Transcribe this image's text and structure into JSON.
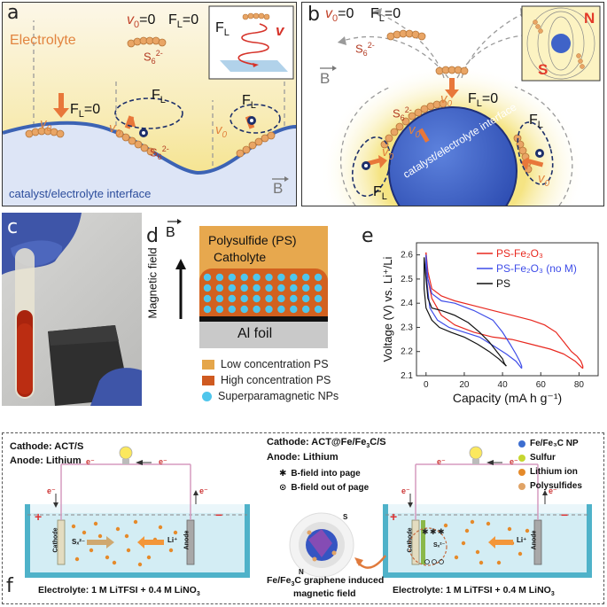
{
  "panel_a": {
    "letter": "a",
    "electrolyte": "Electrolyte",
    "v0": "v",
    "v0_sub": "0",
    "eq_zero": "=0",
    "FL_eq": "F",
    "FL_sub": "L",
    "FL_zero": "=0",
    "species": "S",
    "species_sup": "6",
    "species_charge": "2-",
    "inset_FL": "F",
    "inset_FL_sub": "L",
    "inset_v": "v",
    "interface": "catalyst/electrolyte interface",
    "B": "B",
    "colors": {
      "bg_top": "#fbf6e4",
      "bg_bot": "#f6e27a",
      "interface": "#4e6fb8",
      "arrow": "#e8773a",
      "electrolyte_text": "#e2843f"
    }
  },
  "panel_b": {
    "letter": "b",
    "v0": "v",
    "v0_sub": "0",
    "eq_zero": "=0",
    "FL": "F",
    "FL_sub": "L",
    "species": "S",
    "species_sup": "6",
    "species_charge": "2-",
    "B": "B",
    "interface": "catalyst/electrolyte interface",
    "N": "N",
    "S": "S",
    "colors": {
      "sphere": "#3f63c8",
      "N": "#e43b2a",
      "S": "#e43b2a"
    }
  },
  "panel_c": {
    "letter": "c"
  },
  "panel_d": {
    "letter": "d",
    "B": "B",
    "magnetic_field": "Magnetic field",
    "ps_title": "Polysulfide (PS)",
    "ps_sub": "Catholyte",
    "al_foil": "Al foil",
    "legend": [
      {
        "label": "Low concentration PS",
        "color": "#e5a64a",
        "shape": "square"
      },
      {
        "label": "High concentration PS",
        "color": "#cf5a20",
        "shape": "square"
      },
      {
        "label": "Superparamagnetic NPs",
        "color": "#4fc6ec",
        "shape": "circle"
      }
    ]
  },
  "panel_e": {
    "letter": "e"
  },
  "chart_data": {
    "type": "line",
    "xlabel": "Capacity (mA h g⁻¹)",
    "ylabel": "Voltage (V) vs. Li⁺/Li",
    "xlim": [
      -5,
      90
    ],
    "ylim": [
      2.1,
      2.65
    ],
    "xticks": [
      0,
      20,
      40,
      60,
      80
    ],
    "yticks": [
      2.1,
      2.2,
      2.3,
      2.4,
      2.5,
      2.6
    ],
    "legend_position": "top-right",
    "series": [
      {
        "name": "PS-Fe₂O₃",
        "color": "#e8281f",
        "x": [
          0,
          1,
          3,
          8,
          15,
          25,
          35,
          45,
          55,
          62,
          68,
          72,
          76,
          79,
          81,
          82,
          82
        ],
        "y": [
          2.61,
          2.53,
          2.46,
          2.43,
          2.41,
          2.39,
          2.37,
          2.35,
          2.33,
          2.31,
          2.28,
          2.24,
          2.2,
          2.18,
          2.16,
          2.14,
          2.13
        ],
        "x2": [
          82,
          78,
          72,
          65,
          55,
          45,
          35,
          25,
          15,
          8,
          3,
          1,
          0,
          0
        ],
        "y2": [
          2.13,
          2.16,
          2.19,
          2.21,
          2.23,
          2.25,
          2.26,
          2.28,
          2.31,
          2.35,
          2.42,
          2.5,
          2.56,
          2.61
        ]
      },
      {
        "name": "PS-Fe₂O₃ (no M)",
        "color": "#3f4de8",
        "x": [
          0,
          1,
          3,
          8,
          15,
          25,
          35,
          40,
          44,
          47,
          49,
          50,
          50
        ],
        "y": [
          2.6,
          2.5,
          2.44,
          2.41,
          2.4,
          2.37,
          2.33,
          2.28,
          2.23,
          2.19,
          2.16,
          2.14,
          2.13
        ],
        "x2": [
          50,
          47,
          42,
          36,
          28,
          20,
          12,
          6,
          2,
          1,
          0,
          0
        ],
        "y2": [
          2.13,
          2.16,
          2.19,
          2.22,
          2.26,
          2.28,
          2.3,
          2.33,
          2.38,
          2.45,
          2.53,
          2.6
        ]
      },
      {
        "name": "PS",
        "color": "#111111",
        "x": [
          -1,
          0,
          1,
          3,
          8,
          15,
          22,
          28,
          33,
          37,
          40,
          41,
          42
        ],
        "y": [
          2.59,
          2.5,
          2.42,
          2.38,
          2.37,
          2.35,
          2.32,
          2.28,
          2.24,
          2.2,
          2.17,
          2.15,
          2.14
        ],
        "x2": [
          42,
          38,
          33,
          27,
          20,
          13,
          7,
          3,
          0,
          -1,
          -1
        ],
        "y2": [
          2.14,
          2.17,
          2.2,
          2.23,
          2.26,
          2.28,
          2.3,
          2.33,
          2.38,
          2.46,
          2.59
        ]
      }
    ]
  },
  "panel_f": {
    "letter": "f",
    "left": {
      "cathode": "Cathode: ACT/S",
      "anode": "Anode: Lithium",
      "electrolyte": "Electrolyte: 1 M LiTFSI + 0.4 M LiNO",
      "electrolyte_sub": "3",
      "cathode_tag": "Cathode",
      "anode_tag": "Anode",
      "plus": "+",
      "minus": "−",
      "e": "e⁻",
      "sx": "Sₓ²⁻",
      "li": "Li⁺"
    },
    "right": {
      "cathode": "Cathode: ACT@Fe/Fe",
      "cathode_sub": "3",
      "cathode_tail": "C/S",
      "anode": "Anode: Lithium",
      "into": "B-field into page",
      "out": "B-field out of page",
      "electrolyte": "Electrolyte: 1 M LiTFSI + 0.4 M LiNO",
      "electrolyte_sub": "3",
      "caption1": "Fe/Fe",
      "caption1_sub": "3",
      "caption1_tail": "C graphene induced",
      "caption2": "magnetic field",
      "sphere_S": "S",
      "sphere_N": "N",
      "cathode_tag": "Cathode",
      "anode_tag": "Anode",
      "plus": "+",
      "minus": "−",
      "e": "e⁻",
      "sx": "Sₓ²⁻",
      "li": "Li⁺"
    },
    "legend": [
      {
        "label": "Fe/Fe₃C NP",
        "color": "#3d6ed0"
      },
      {
        "label": "Sulfur",
        "color": "#c6d630"
      },
      {
        "label": "Lithium ion",
        "color": "#e58a2a"
      },
      {
        "label": "Polysulfides",
        "color": "#e0a366"
      }
    ]
  }
}
